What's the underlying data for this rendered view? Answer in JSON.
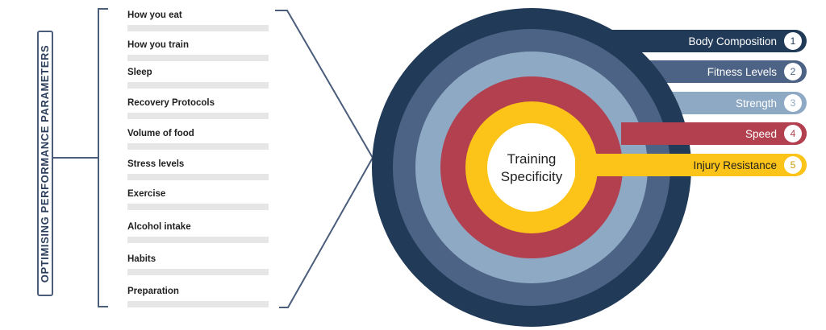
{
  "side_title": "OPTIMISING PERFORMANCE PARAMETERS",
  "parameters": [
    "How you eat",
    "How you train",
    "Sleep",
    "Recovery Protocols",
    "Volume of food",
    "Stress levels",
    "Exercise",
    "Alcohol intake",
    "Habits",
    "Preparation"
  ],
  "center": {
    "line1": "Training",
    "line2": "Specificity"
  },
  "rings": [
    {
      "number": "1",
      "label": "Body Composition",
      "color": "#213a57"
    },
    {
      "number": "2",
      "label": "Fitness Levels",
      "color": "#4d6385"
    },
    {
      "number": "3",
      "label": "Strength",
      "color": "#8ea9c4"
    },
    {
      "number": "4",
      "label": "Speed",
      "color": "#b2404f"
    },
    {
      "number": "5",
      "label": "Injury Resistance",
      "color": "#fcc318"
    }
  ],
  "colors": {
    "line": "#4a5d7a",
    "bar": "#e6e6e6",
    "center": "#ffffff"
  }
}
